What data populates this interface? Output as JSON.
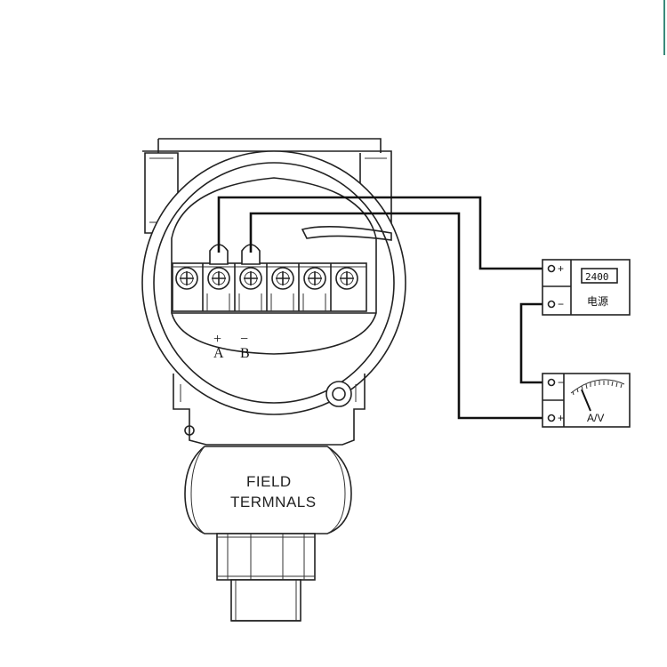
{
  "transmitter": {
    "terminal_a_polarity": "+",
    "terminal_a_label": "A",
    "terminal_b_polarity": "−",
    "terminal_b_label": "B",
    "caption_line1": "FIELD",
    "caption_line2": "TERMNALS"
  },
  "power_supply": {
    "display_value": "2400",
    "label": "电源",
    "pos_symbol": "+",
    "neg_symbol": "−"
  },
  "meter": {
    "label": "A/V",
    "neg_symbol": "−",
    "pos_symbol": "+"
  }
}
